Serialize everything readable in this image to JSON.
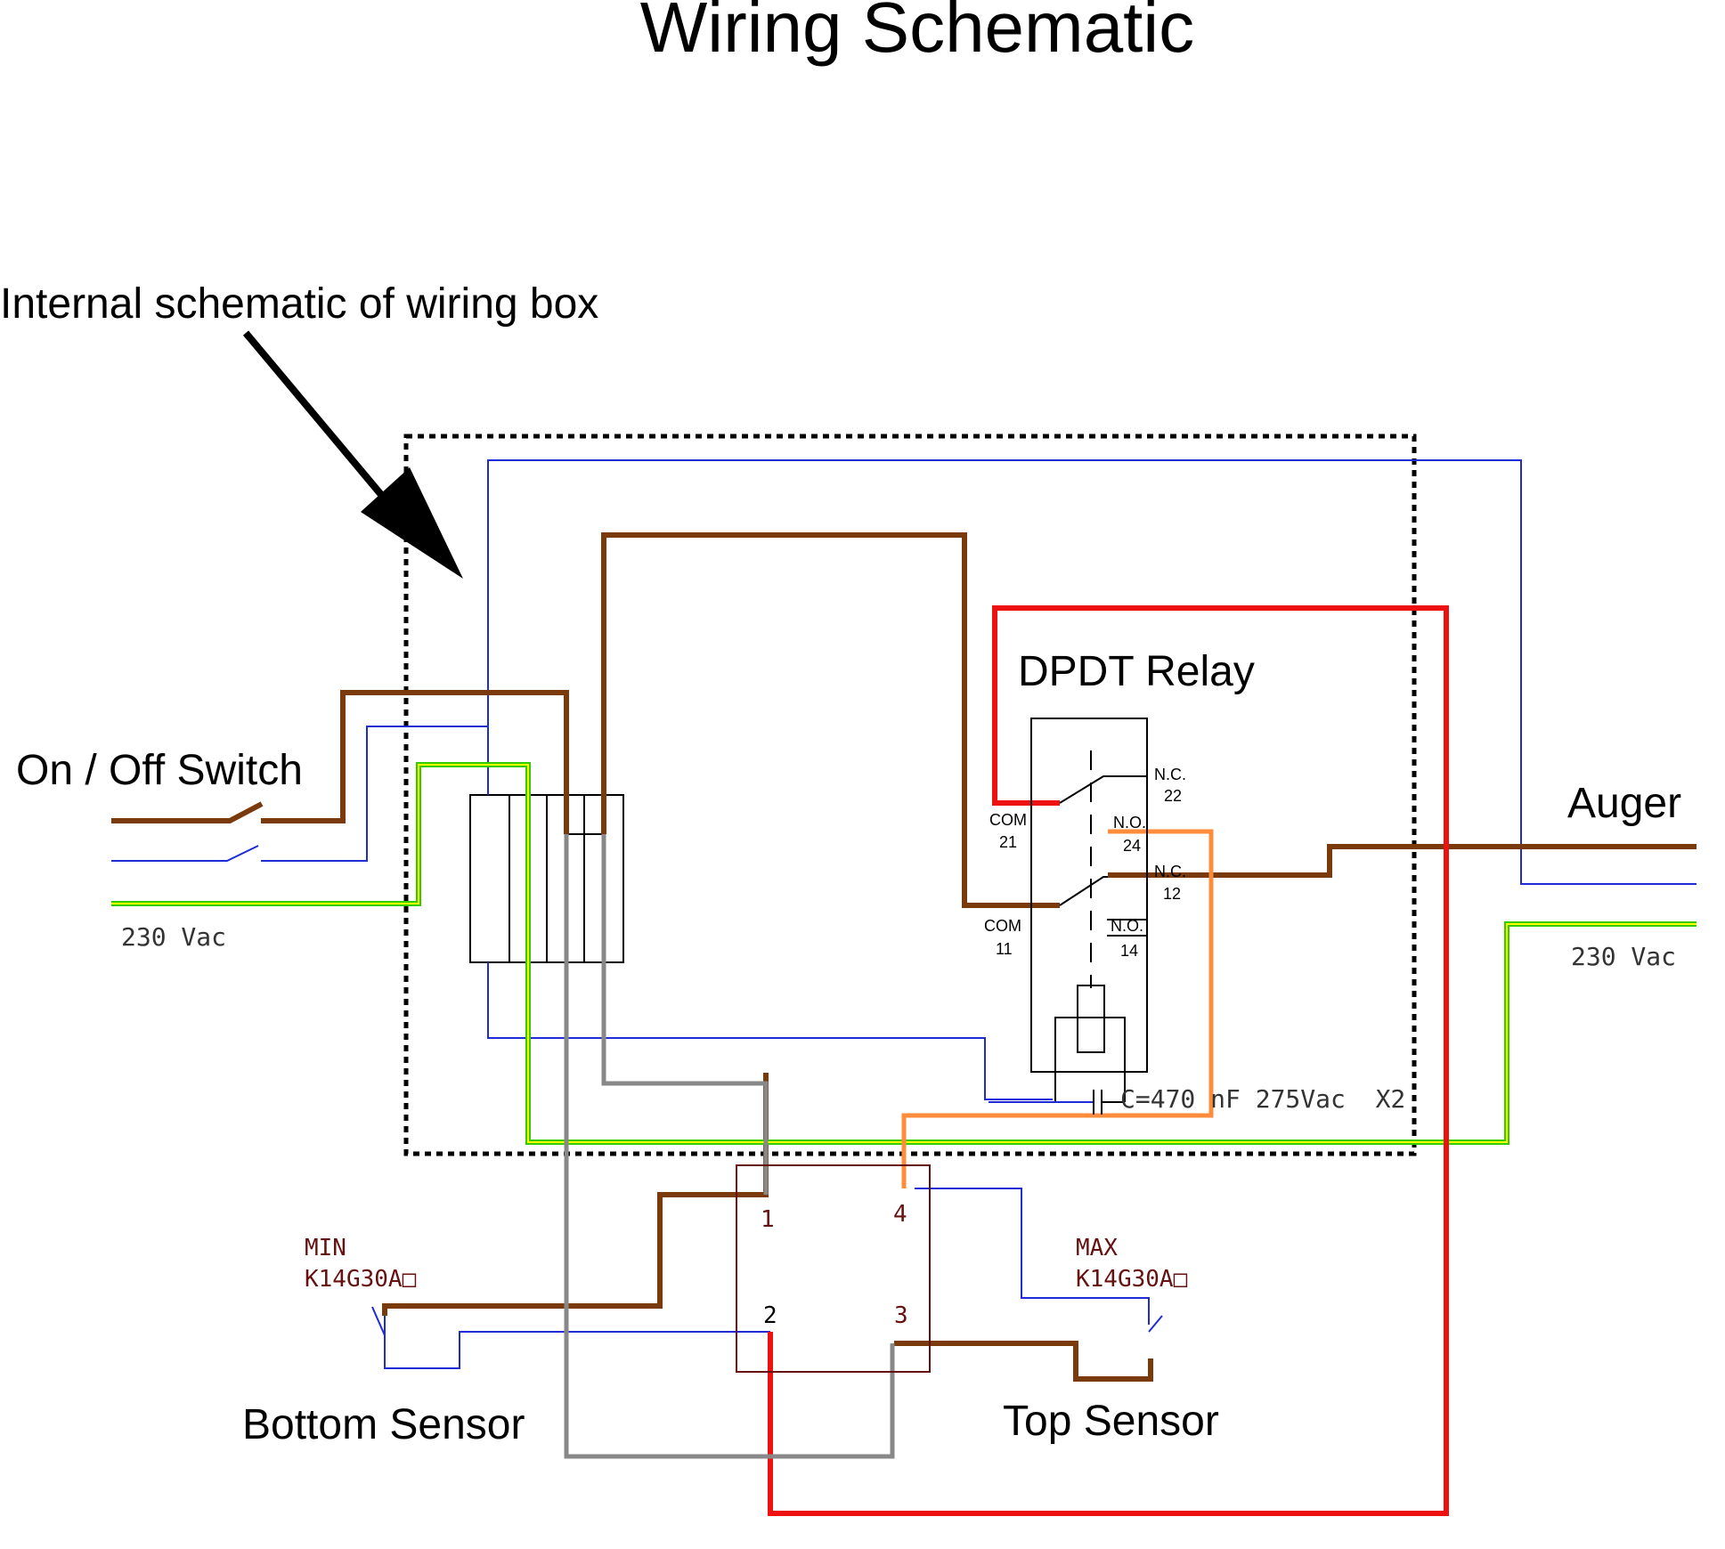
{
  "title": "Wiring Schematic",
  "annotation": "Internal schematic of wiring box",
  "labels": {
    "switch": "On / Off Switch",
    "supply_left": "230 Vac",
    "supply_right": "230 Vac",
    "relay": "DPDT Relay",
    "auger": "Auger",
    "bottom_sensor": "Bottom Sensor",
    "top_sensor": "Top Sensor",
    "capacitor": "C=470 nF 275Vac  X2"
  },
  "relay_pins": {
    "nc22": "N.C.",
    "nc22_num": "22",
    "no24": "N.O.",
    "no24_num": "24",
    "nc12": "N.C.",
    "nc12_num": "12",
    "no14": "N.O.",
    "no14_num": "14",
    "com21": "COM",
    "com21_num": "21",
    "com11": "COM",
    "com11_num": "11"
  },
  "sensors": {
    "min_label": "MIN",
    "min_model": "K14G30A□",
    "max_label": "MAX",
    "max_model": "K14G30A□"
  },
  "connector_pins": [
    "1",
    "2",
    "3",
    "4"
  ],
  "colors": {
    "brown": "#7a3a0c",
    "blue": "#1f2bd6",
    "earth_green": "#33cc00",
    "earth_yellow": "#ffff00",
    "red": "#ee1111",
    "orange": "#ff8c3a",
    "gray": "#888888",
    "sensor_text": "#661111"
  }
}
